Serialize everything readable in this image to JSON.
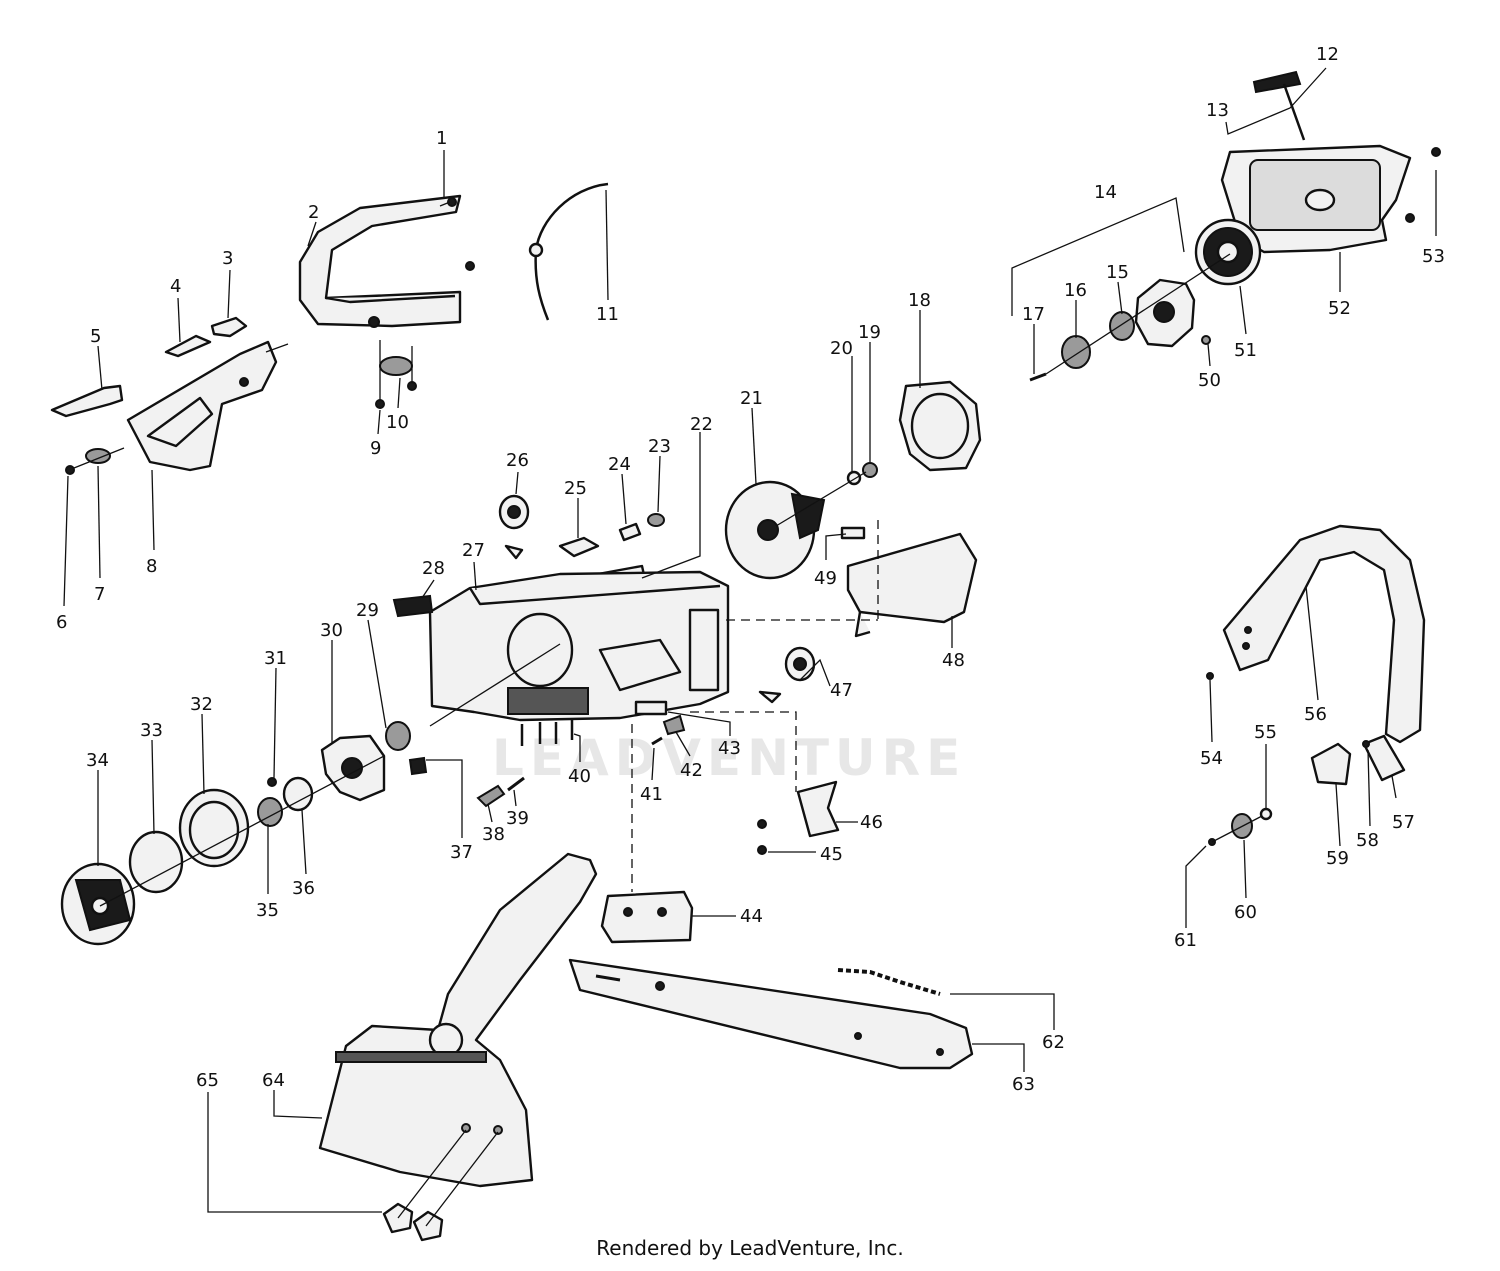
{
  "watermark": "LEADVENTURE",
  "footer": "Rendered by LeadVenture, Inc.",
  "callouts": [
    {
      "id": "1",
      "label": "1"
    },
    {
      "id": "2",
      "label": "2"
    },
    {
      "id": "3",
      "label": "3"
    },
    {
      "id": "4",
      "label": "4"
    },
    {
      "id": "5",
      "label": "5"
    },
    {
      "id": "6",
      "label": "6"
    },
    {
      "id": "7",
      "label": "7"
    },
    {
      "id": "8",
      "label": "8"
    },
    {
      "id": "9",
      "label": "9"
    },
    {
      "id": "10",
      "label": "10"
    },
    {
      "id": "11",
      "label": "11"
    },
    {
      "id": "12",
      "label": "12"
    },
    {
      "id": "13",
      "label": "13"
    },
    {
      "id": "14",
      "label": "14"
    },
    {
      "id": "15",
      "label": "15"
    },
    {
      "id": "16",
      "label": "16"
    },
    {
      "id": "17",
      "label": "17"
    },
    {
      "id": "18",
      "label": "18"
    },
    {
      "id": "19",
      "label": "19"
    },
    {
      "id": "20",
      "label": "20"
    },
    {
      "id": "21",
      "label": "21"
    },
    {
      "id": "22",
      "label": "22"
    },
    {
      "id": "23",
      "label": "23"
    },
    {
      "id": "24",
      "label": "24"
    },
    {
      "id": "25",
      "label": "25"
    },
    {
      "id": "26",
      "label": "26"
    },
    {
      "id": "27",
      "label": "27"
    },
    {
      "id": "28",
      "label": "28"
    },
    {
      "id": "29",
      "label": "29"
    },
    {
      "id": "30",
      "label": "30"
    },
    {
      "id": "31",
      "label": "31"
    },
    {
      "id": "32",
      "label": "32"
    },
    {
      "id": "33",
      "label": "33"
    },
    {
      "id": "34",
      "label": "34"
    },
    {
      "id": "35",
      "label": "35"
    },
    {
      "id": "36",
      "label": "36"
    },
    {
      "id": "37",
      "label": "37"
    },
    {
      "id": "38",
      "label": "38"
    },
    {
      "id": "39",
      "label": "39"
    },
    {
      "id": "40",
      "label": "40"
    },
    {
      "id": "41",
      "label": "41"
    },
    {
      "id": "42",
      "label": "42"
    },
    {
      "id": "43",
      "label": "43"
    },
    {
      "id": "44",
      "label": "44"
    },
    {
      "id": "45",
      "label": "45"
    },
    {
      "id": "46",
      "label": "46"
    },
    {
      "id": "47",
      "label": "47"
    },
    {
      "id": "48",
      "label": "48"
    },
    {
      "id": "49",
      "label": "49"
    },
    {
      "id": "50",
      "label": "50"
    },
    {
      "id": "51",
      "label": "51"
    },
    {
      "id": "52",
      "label": "52"
    },
    {
      "id": "53",
      "label": "53"
    },
    {
      "id": "54",
      "label": "54"
    },
    {
      "id": "55",
      "label": "55"
    },
    {
      "id": "56",
      "label": "56"
    },
    {
      "id": "57",
      "label": "57"
    },
    {
      "id": "58",
      "label": "58"
    },
    {
      "id": "59",
      "label": "59"
    },
    {
      "id": "60",
      "label": "60"
    },
    {
      "id": "61",
      "label": "61"
    },
    {
      "id": "62",
      "label": "62"
    },
    {
      "id": "63",
      "label": "63"
    },
    {
      "id": "64",
      "label": "64"
    },
    {
      "id": "65",
      "label": "65"
    }
  ]
}
